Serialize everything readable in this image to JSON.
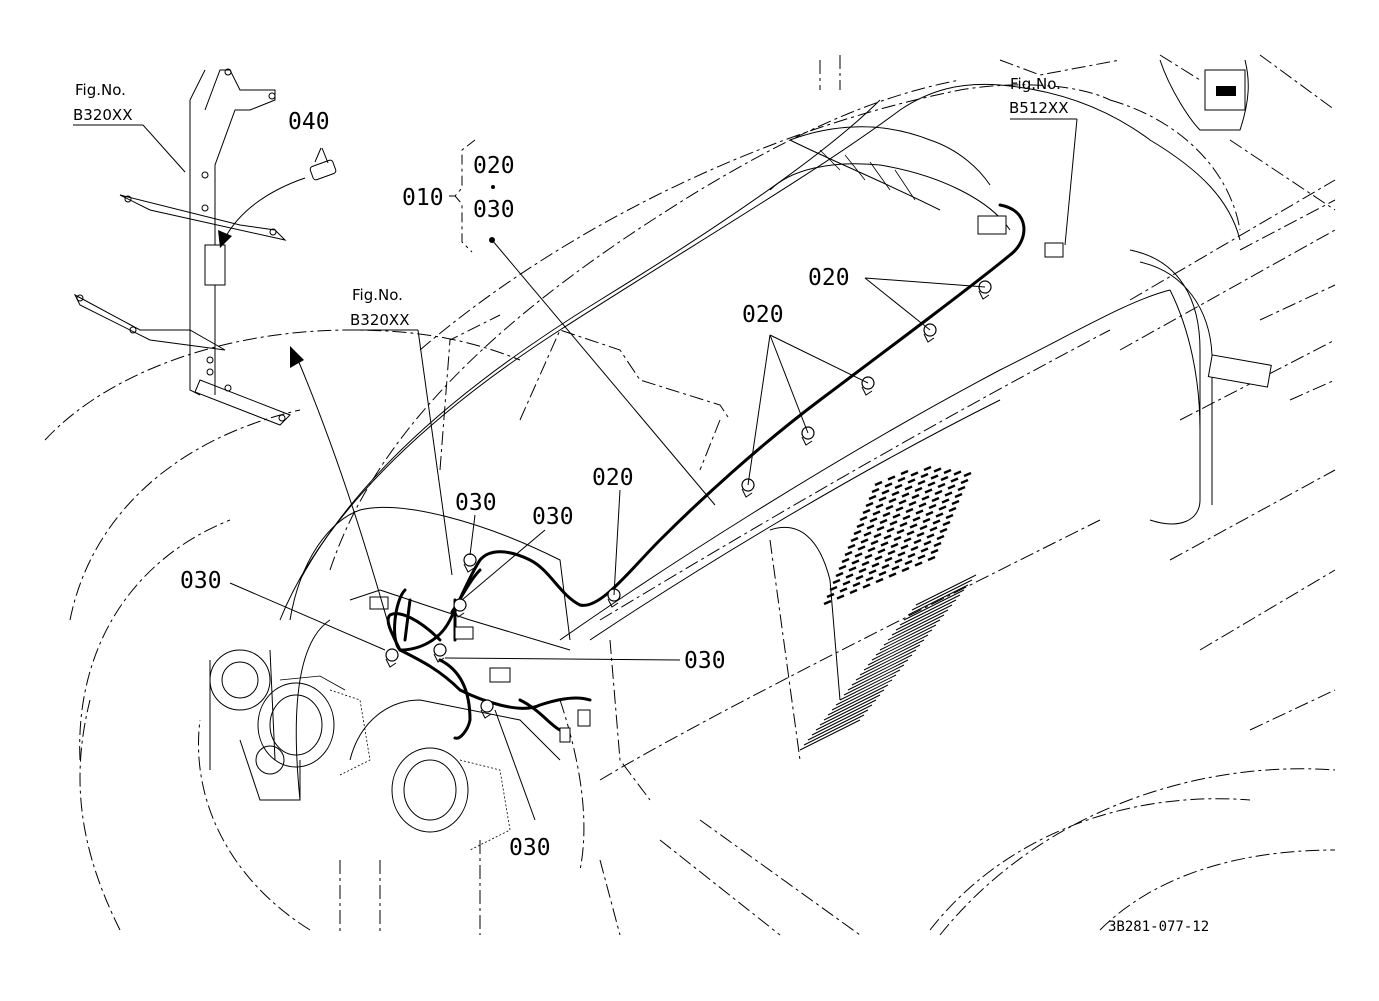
{
  "callouts": {
    "c040": "040",
    "c010": "010",
    "c020_top": "020",
    "c030_top": "030",
    "c020_a": "020",
    "c020_b": "020",
    "c020_c": "020",
    "c030_a": "030",
    "c030_b": "030",
    "c030_c": "030",
    "c030_d": "030",
    "c030_e": "030"
  },
  "fig_refs": [
    {
      "label": "Fig.No.",
      "code": "B320XX"
    },
    {
      "label": "Fig.No.",
      "code": "B320XX"
    },
    {
      "label": "Fig.No.",
      "code": "B512XX"
    }
  ],
  "drawing_code": "3B281-077-12"
}
